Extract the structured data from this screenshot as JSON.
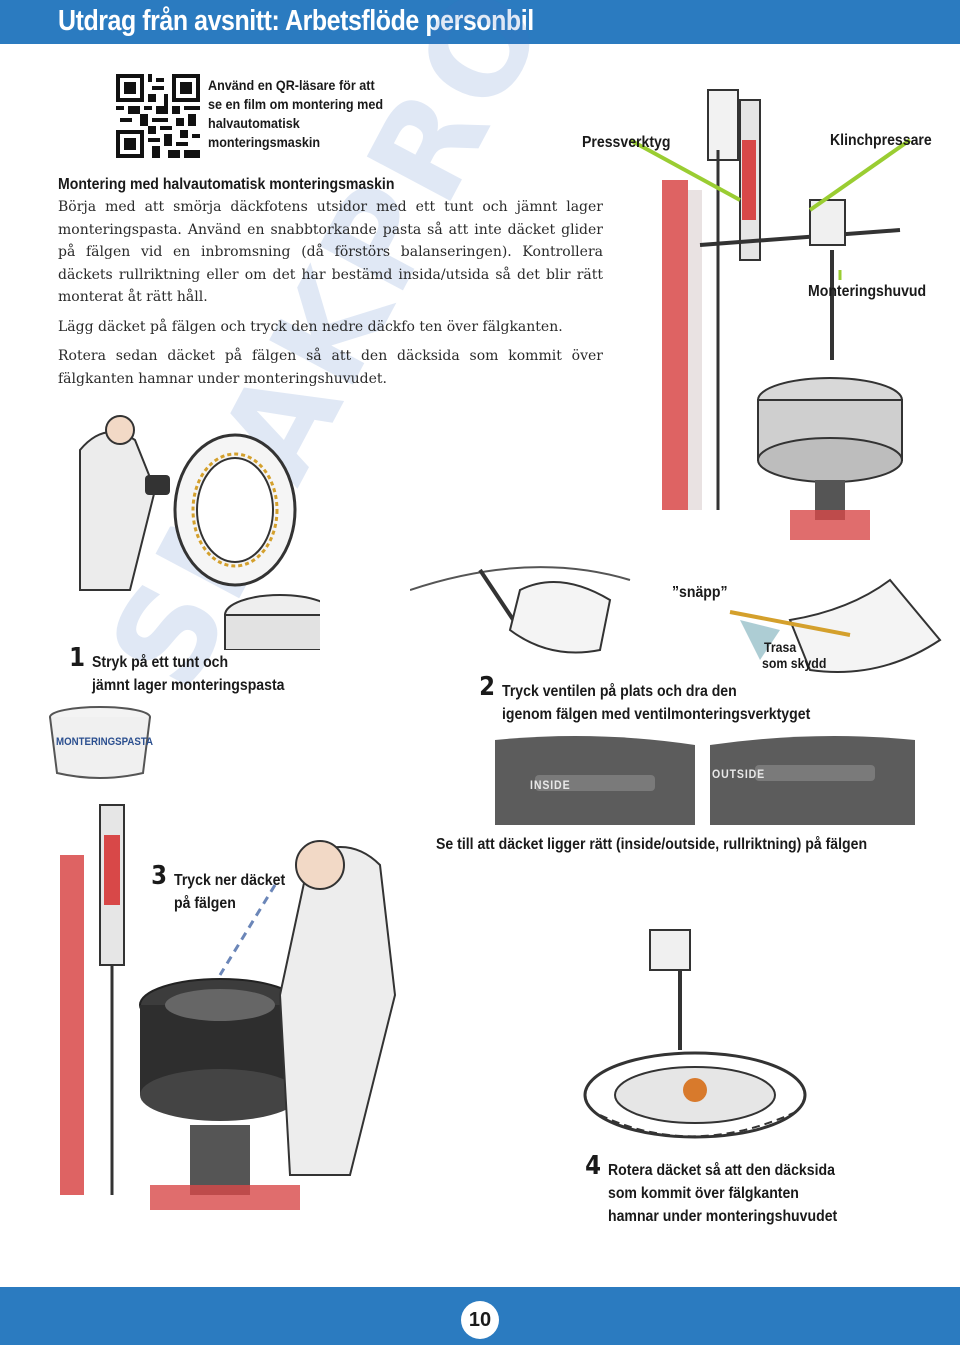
{
  "header": {
    "title": "Utdrag från avsnitt: Arbetsflöde personbil"
  },
  "qr": {
    "note": "Använd en QR-läsare för att se en film om montering med halvautomatisk monteringsmaskin"
  },
  "labels": {
    "pressverktyg": "Pressverktyg",
    "klinchpressare": "Klinchpressare",
    "monteringshuvud": "Monteringshuvud",
    "snapp": "”snäpp”",
    "trasa": "Trasa",
    "som_skydd": "som skydd"
  },
  "body": {
    "title": "Montering med halvautomatisk monteringsmaskin",
    "p1": "Börja med att smörja däckfotens utsidor med ett tunt och jämnt lager monteringspasta. Använd en snabbtorkande pasta så att inte däcket glider på fälgen vid en inbromsning (då förstörs balanseringen). Kontrollera däckets rullriktning eller om det har bestämd insida/utsida så det blir rätt monterat åt rätt håll.",
    "p2": "Lägg däcket på fälgen och tryck den nedre däckfo ten över fälgkanten.",
    "p3": "Rotera sedan däcket på fälgen så att den däcksida som kommit över fälgkanten hamnar under monteringshuvudet."
  },
  "steps": {
    "s1": {
      "num": "1",
      "line1": "Stryk på ett tunt och",
      "line2": "jämnt lager monteringspasta"
    },
    "s2": {
      "num": "2",
      "line1": "Tryck ventilen på plats och dra den",
      "line2": "igenom fälgen med ventilmonteringsverktyget"
    },
    "s3": {
      "num": "3",
      "line1": "Tryck ner däcket",
      "line2": "på fälgen"
    },
    "s4": {
      "num": "4",
      "line1": "Rotera däcket så att den däcksida",
      "line2": "som kommit över fälgkanten",
      "line3": "hamnar under monteringshuvudet"
    }
  },
  "check_note": "Se till att däcket ligger rätt (inside/outside, rullriktning) på fälgen",
  "bucket_label": "MONTERINGSPASTA",
  "tire_inside": "INSIDE",
  "tire_outside": "OUTSIDE",
  "watermark": "SMAKPROV",
  "footer": {
    "page_number": "10"
  },
  "colors": {
    "header_blue": "#2b7bc0",
    "machine_red": "#d84848"
  }
}
